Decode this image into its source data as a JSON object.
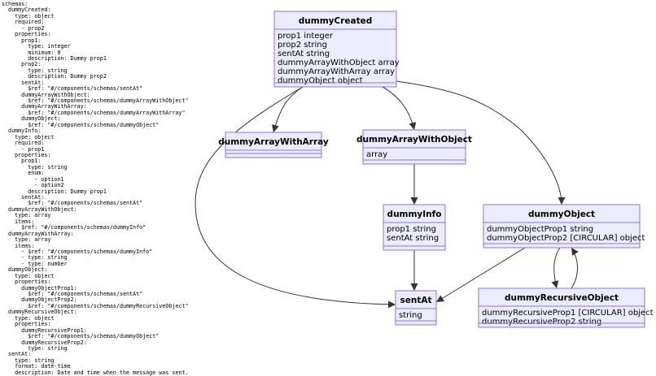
{
  "yaml": {
    "lines": [
      "schemas:",
      "  dummyCreated:",
      "    type: object",
      "    required:",
      "      - prop2",
      "    properties:",
      "      prop1:",
      "        type: integer",
      "        minimum: 0",
      "        description: Dummy prop1",
      "      prop2:",
      "        type: string",
      "        description: Dummy prop2",
      "      sentAt:",
      "        $ref: \"#/components/schemas/sentAt\"",
      "      dummyArrayWithObject:",
      "        $ref: \"#/components/schemas/dummyArrayWithObject\"",
      "      dummyArrayWithArray:",
      "        $ref: \"#/components/schemas/dummyArrayWithArray\"",
      "      dummyObject:",
      "        $ref: \"#/components/schemas/dummyObject\"",
      "  dummyInfo:",
      "    type: object",
      "    required:",
      "      - prop1",
      "    properties:",
      "      prop1:",
      "        type: string",
      "        enum:",
      "          - option1",
      "          - option2",
      "        description: Dummy prop1",
      "      sentAt:",
      "        $ref: \"#/components/schemas/sentAt\"",
      "  dummyArrayWithObject:",
      "    type: array",
      "    items:",
      "      $ref: \"#/components/schemas/dummyInfo\"",
      "  dummyArrayWithArray:",
      "    type: array",
      "    items:",
      "      - $ref: \"#/components/schemas/dummyInfo\"",
      "      - type: string",
      "      - type: number",
      "  dummyObject:",
      "    type: object",
      "    properties:",
      "      dummyObjectProp1:",
      "        $ref: \"#/components/schemas/sentAt\"",
      "      dummyObjectProp2:",
      "        $ref: \"#/components/schemas/dummyRecursiveObject\"",
      "  dummyRecursiveObject:",
      "    type: object",
      "    properties:",
      "      dummyRecursiveProp1:",
      "        $ref: \"#/components/schemas/dummyObject\"",
      "      dummyRecursiveProp2:",
      "        type: string",
      "  sentAt:",
      "    type: string",
      "    format: date-time",
      "    description: Date and time when the message was sent."
    ]
  },
  "diagram": {
    "colors": {
      "box_fill": "#ececff",
      "box_stroke": "#9370db",
      "edge": "#333333"
    },
    "boxes": {
      "dummyCreated": {
        "title": "dummyCreated",
        "attrs": [
          "prop1 integer",
          "prop2 string",
          "sentAt string",
          "dummyArrayWithObject array",
          "dummyArrayWithArray array",
          "dummyObject object"
        ]
      },
      "dummyArrayWithArray": {
        "title": "dummyArrayWithArray",
        "attrs": []
      },
      "dummyArrayWithObject": {
        "title": "dummyArrayWithObject",
        "attrs": [
          "array"
        ]
      },
      "dummyInfo": {
        "title": "dummyInfo",
        "attrs": [
          "prop1 string",
          "sentAt string"
        ]
      },
      "dummyObject": {
        "title": "dummyObject",
        "attrs": [
          "dummyObjectProp1 string",
          "dummyObjectProp2 [CIRCULAR] object"
        ]
      },
      "sentAt": {
        "title": "sentAt",
        "attrs": [
          "string"
        ]
      },
      "dummyRecursiveObject": {
        "title": "dummyRecursiveObject",
        "attrs": [
          "dummyRecursiveProp1 [CIRCULAR] object",
          "dummyRecursiveProp2 string"
        ]
      }
    }
  }
}
